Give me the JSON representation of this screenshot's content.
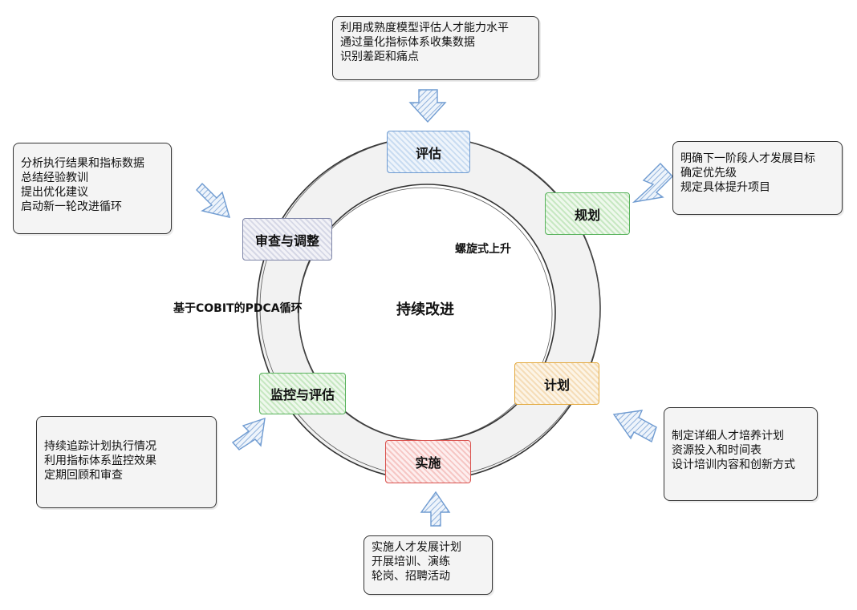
{
  "center": {
    "title": "持续改进",
    "spiral_label": "螺旋式上升",
    "cycle_label": "基于COBIT的PDCA循环"
  },
  "stages": {
    "assess": "评估",
    "plan": "规划",
    "plan_detail": "计划",
    "implement": "实施",
    "monitor": "监控与评估",
    "review": "审查与调整"
  },
  "notes": {
    "assess": [
      "利用成熟度模型评估人才能力水平",
      "通过量化指标体系收集数据",
      "识别差距和痛点"
    ],
    "plan": [
      "明确下一阶段人才发展目标",
      "确定优先级",
      "规定具体提升项目"
    ],
    "plan_detail": [
      "制定详细人才培养计划",
      "资源投入和时间表",
      "设计培训内容和创新方式"
    ],
    "implement": [
      "实施人才发展计划",
      "开展培训、演练",
      "轮岗、招聘活动"
    ],
    "monitor": [
      "持续追踪计划执行情况",
      "利用指标体系监控效果",
      "定期回顾和审查"
    ],
    "review": [
      "分析执行结果和指标数据",
      "总结经验教训",
      "提出优化建议",
      "启动新一轮改进循环"
    ]
  },
  "colors": {
    "assess": "#6f9bd1",
    "plan": "#58b25c",
    "plan_detail": "#e3a93e",
    "implement": "#d9534f",
    "monitor": "#58b25c",
    "review": "#7f86a8",
    "arrow": "#6f9bd1"
  }
}
